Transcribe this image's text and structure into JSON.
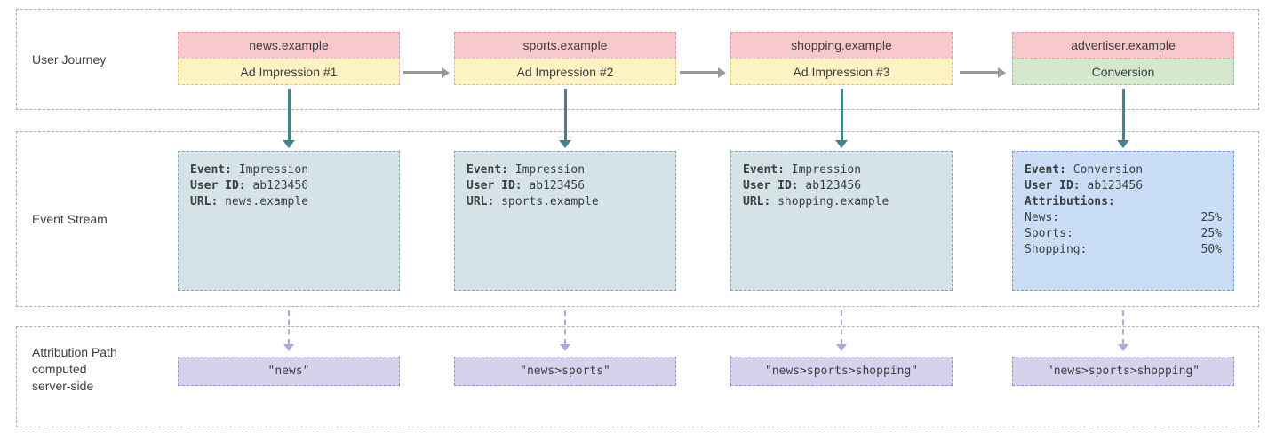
{
  "journey": {
    "label": "User Journey",
    "cards": [
      {
        "site": "news.example",
        "action": "Ad Impression #1"
      },
      {
        "site": "sports.example",
        "action": "Ad Impression #2"
      },
      {
        "site": "shopping.example",
        "action": "Ad Impression #3"
      },
      {
        "site": "advertiser.example",
        "action": "Conversion"
      }
    ]
  },
  "events": {
    "label": "Event Stream",
    "items": [
      {
        "event_label": "Event:",
        "event_value": "Impression",
        "user_label": "User ID:",
        "user_value": "ab123456",
        "url_label": "URL:",
        "url_value": "news.example"
      },
      {
        "event_label": "Event:",
        "event_value": "Impression",
        "user_label": "User ID:",
        "user_value": "ab123456",
        "url_label": "URL:",
        "url_value": "sports.example"
      },
      {
        "event_label": "Event:",
        "event_value": "Impression",
        "user_label": "User ID:",
        "user_value": "ab123456",
        "url_label": "URL:",
        "url_value": "shopping.example"
      },
      {
        "event_label": "Event:",
        "event_value": "Conversion",
        "user_label": "User ID:",
        "user_value": "ab123456",
        "attributions_label": "Attributions:",
        "attributions": [
          {
            "name": "News:",
            "pct": "25%"
          },
          {
            "name": "Sports:",
            "pct": "25%"
          },
          {
            "name": "Shopping:",
            "pct": "50%"
          }
        ]
      }
    ]
  },
  "attribution": {
    "label_lines": [
      "Attribution Path",
      "computed",
      "server-side"
    ],
    "paths": [
      "\"news\"",
      "\"news>sports\"",
      "\"news>sports>shopping\"",
      "\"news>sports>shopping\""
    ]
  },
  "colors": {
    "site_header_bg": "#f7c9cc",
    "impression_bg": "#fdf2c4",
    "conversion_bg": "#d5e8ce",
    "event_box_bg": "#d5e3e6",
    "conversion_event_bg": "#c9def6",
    "path_box_bg": "#d8d1ec",
    "arrow_gray": "#97999c",
    "arrow_teal": "#45818e",
    "arrow_purple": "#b3a6d9"
  }
}
